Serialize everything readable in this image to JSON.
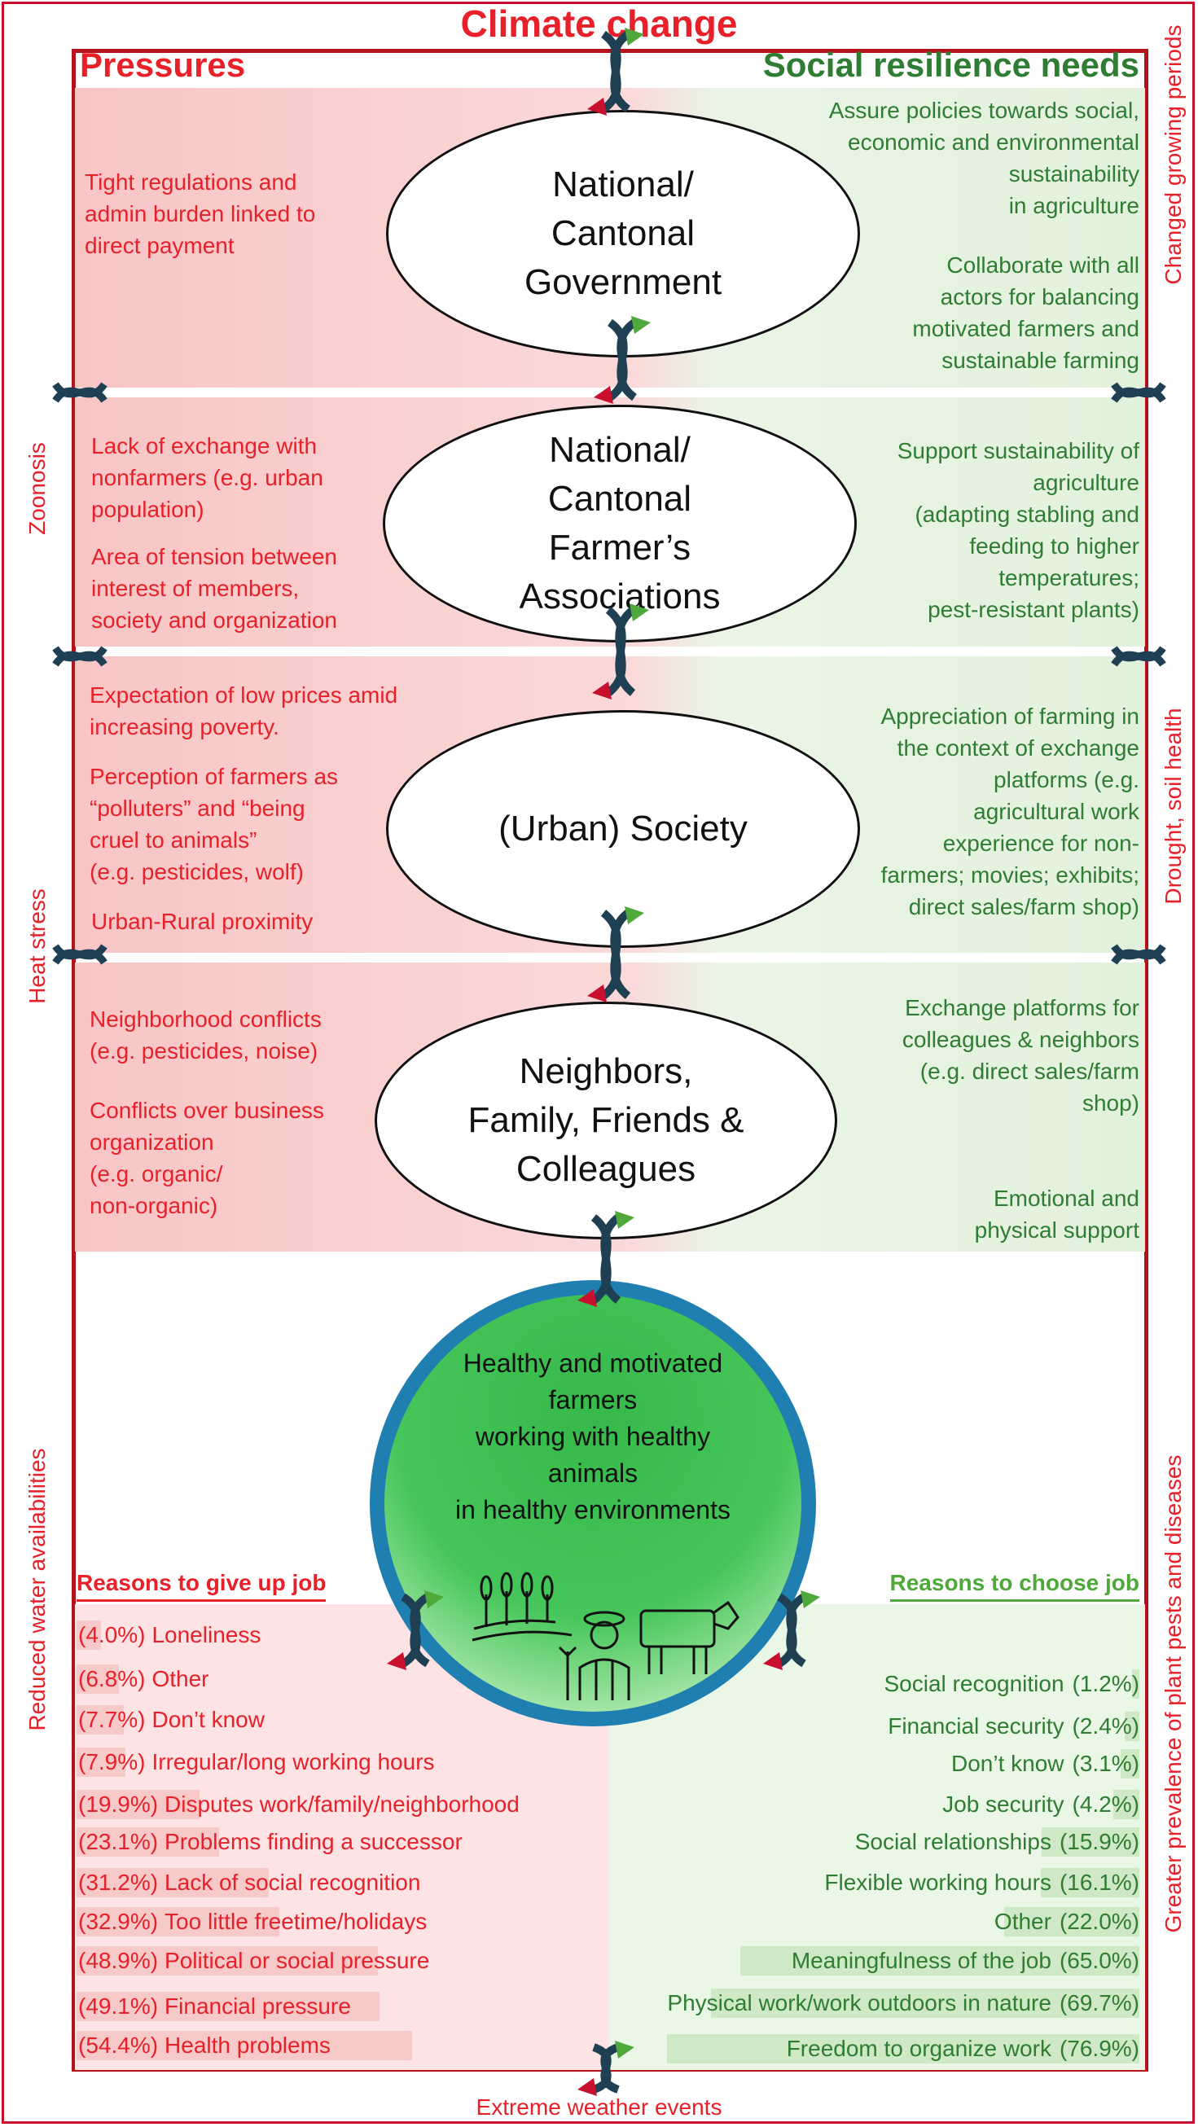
{
  "title": "Climate change",
  "headers": {
    "pressures": "Pressures",
    "needs": "Social resilience needs"
  },
  "outer_labels": {
    "right_top": "Changed growing periods",
    "right_mid": "Drought, soil health",
    "right_bottom": "Greater prevalence of plant pests and diseases",
    "left_top": "Zoonosis",
    "left_mid": "Heat stress",
    "left_bottom": "Reduced water availabilities",
    "bottom": "Extreme weather events"
  },
  "levels": {
    "government": {
      "label": "National/\nCantonal\nGovernment",
      "pressures": [
        "Tight regulations and\nadmin burden linked to\ndirect payment"
      ],
      "needs": [
        "Assure policies towards social,\neconomic and environmental\nsustainability\nin agriculture",
        "Collaborate with all\nactors for balancing\nmotivated farmers and\nsustainable farming"
      ]
    },
    "associations": {
      "label": "National/\nCantonal\nFarmer’s\nAssociations",
      "pressures": [
        "Lack of exchange with\nnonfarmers (e.g. urban\npopulation)",
        "Area of tension between\ninterest of members,\nsociety and organization"
      ],
      "needs": [
        "Support sustainability of\nagriculture\n(adapting stabling and\nfeeding to higher\ntemperatures;\npest-resistant plants)"
      ]
    },
    "society": {
      "label": "(Urban) Society",
      "pressures": [
        "Expectation of low prices amid\nincreasing poverty.",
        "Perception of farmers as\n“polluters” and “being\ncruel to animals”\n(e.g. pesticides, wolf)",
        "Urban-Rural proximity"
      ],
      "needs": [
        "Appreciation of farming in\nthe context of exchange\nplatforms (e.g.\nagricultural work\nexperience for non-\nfarmers; movies; exhibits;\ndirect sales/farm shop)"
      ]
    },
    "neighbors": {
      "label": "Neighbors,\nFamily, Friends &\nColleagues",
      "pressures": [
        "Neighborhood conflicts\n(e.g. pesticides, noise)",
        "Conflicts over business\norganization\n(e.g. organic/\nnon-organic)"
      ],
      "needs": [
        "Exchange platforms for\ncolleagues & neighbors\n(e.g. direct sales/farm\nshop)",
        "Emotional and\nphysical support"
      ]
    }
  },
  "center": {
    "label": "Healthy and motivated\nfarmers\nworking with healthy\nanimals\nin healthy environments"
  },
  "give_up": {
    "title": "Reasons to give up job",
    "items": [
      {
        "pct": "(4.0%)",
        "value": 4.0,
        "label": "Loneliness"
      },
      {
        "pct": "(6.8%)",
        "value": 6.8,
        "label": "Other"
      },
      {
        "pct": "(7.7%)",
        "value": 7.7,
        "label": "Don’t know"
      },
      {
        "pct": "(7.9%)",
        "value": 7.9,
        "label": "Irregular/long working hours"
      },
      {
        "pct": "(19.9%)",
        "value": 19.9,
        "label": "Disputes work/family/neighborhood"
      },
      {
        "pct": "(23.1%)",
        "value": 23.1,
        "label": "Problems finding a successor"
      },
      {
        "pct": "(31.2%)",
        "value": 31.2,
        "label": "Lack of social recognition"
      },
      {
        "pct": "(32.9%)",
        "value": 32.9,
        "label": "Too little freetime/holidays"
      },
      {
        "pct": "(48.9%)",
        "value": 48.9,
        "label": "Political or social  pressure"
      },
      {
        "pct": "(49.1%)",
        "value": 49.1,
        "label": "Financial pressure"
      },
      {
        "pct": "(54.4%)",
        "value": 54.4,
        "label": "Health problems"
      }
    ]
  },
  "choose": {
    "title": "Reasons to choose job",
    "items": [
      {
        "pct": "(1.2%)",
        "value": 1.2,
        "label": "Social recognition"
      },
      {
        "pct": "(2.4%)",
        "value": 2.4,
        "label": "Financial security"
      },
      {
        "pct": "(3.1%)",
        "value": 3.1,
        "label": "Don’t know"
      },
      {
        "pct": "(4.2%)",
        "value": 4.2,
        "label": "Job security"
      },
      {
        "pct": "(15.9%)",
        "value": 15.9,
        "label": "Social relationships"
      },
      {
        "pct": "(16.1%)",
        "value": 16.1,
        "label": "Flexible working hours"
      },
      {
        "pct": "(22.0%)",
        "value": 22.0,
        "label": "Other"
      },
      {
        "pct": "(65.0%)",
        "value": 65.0,
        "label": "Meaningfulness of the job"
      },
      {
        "pct": "(69.7%)",
        "value": 69.7,
        "label": "Physical work/work outdoors in nature"
      },
      {
        "pct": "(76.9%)",
        "value": 76.9,
        "label": "Freedom to organize work"
      }
    ]
  },
  "colors": {
    "pressure": "#e8202a",
    "need": "#2e7d32",
    "frame": "#b5121b",
    "circle_fill": "#3cc24a",
    "circle_ring": "#1f7fb0"
  }
}
